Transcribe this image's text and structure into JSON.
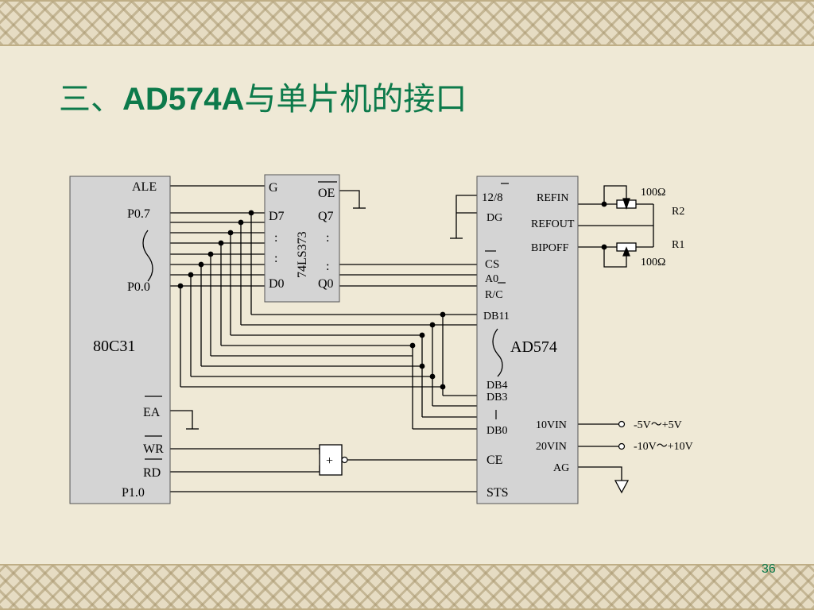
{
  "slide": {
    "title_prefix": "三、",
    "title_chip": "AD574A",
    "title_suffix": "与单片机的接口",
    "page_number": "36"
  },
  "mcu": {
    "name": "80C31",
    "ale": "ALE",
    "p07": "P0.7",
    "p00": "P0.0",
    "ea": "EA",
    "wr": "WR",
    "rd": "RD",
    "p10": "P1.0"
  },
  "latch": {
    "name": "74LS373",
    "g": "G",
    "oe": "OE",
    "d7": "D7",
    "d0": "D0",
    "q7": "Q7",
    "q0": "Q0",
    "dots": ":"
  },
  "adc": {
    "name": "AD574",
    "pin_12_8": "12/8",
    "dg": "DG",
    "cs": "CS",
    "a0": "A0",
    "rc": "R/C",
    "db11": "DB11",
    "db4": "DB4",
    "db3": "DB3",
    "db0": "DB0",
    "ce": "CE",
    "sts": "STS",
    "refin": "REFIN",
    "refout": "REFOUT",
    "bipoff": "BIPOFF",
    "vin10": "10VIN",
    "vin20": "20VIN",
    "ag": "AG"
  },
  "gate": {
    "symbol": "+"
  },
  "external": {
    "r_value_top": "100Ω",
    "r_value_bottom": "100Ω",
    "r2": "R2",
    "r1": "R1",
    "range_5v": "-5V～+5V",
    "range_10v": "-10V～+10V"
  }
}
